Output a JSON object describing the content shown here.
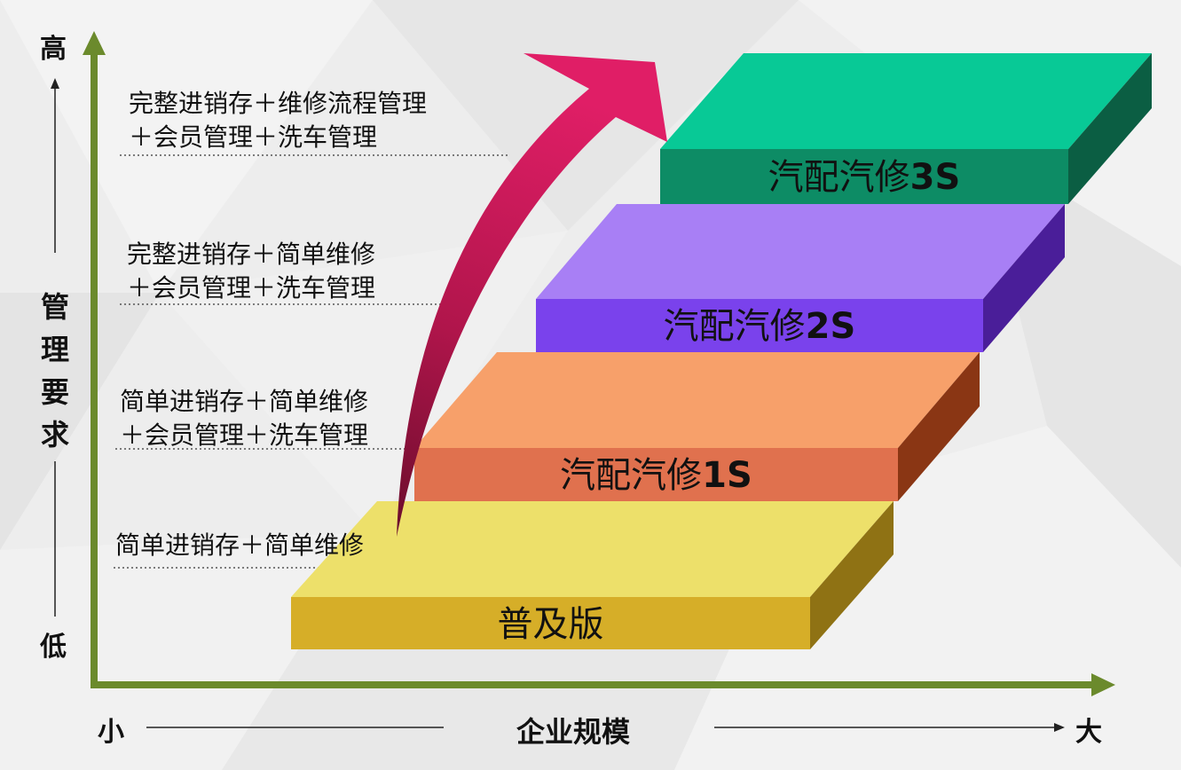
{
  "y_axis": {
    "title": "管理要求",
    "high_label": "高",
    "low_label": "低",
    "color": "#6b8a2c"
  },
  "x_axis": {
    "title": "企业规模",
    "small_label": "小",
    "large_label": "大",
    "color": "#6b8a2c"
  },
  "steps": [
    {
      "name": "普及版",
      "tier": "",
      "front_color": "#d6ae28",
      "top_color": "#ede06a",
      "side_color": "#8f7214"
    },
    {
      "name": "汽配汽修",
      "tier": "1S",
      "front_color": "#e0714e",
      "top_color": "#f7a06a",
      "side_color": "#8a3614"
    },
    {
      "name": "汽配汽修",
      "tier": "2S",
      "front_color": "#7a42ec",
      "top_color": "#a87ff5",
      "side_color": "#4a1e99"
    },
    {
      "name": "汽配汽修",
      "tier": "3S",
      "front_color": "#0d8c65",
      "top_color": "#08c996",
      "side_color": "#0b5e43"
    }
  ],
  "descriptions": [
    {
      "lines": [
        "简单进销存＋简单维修"
      ]
    },
    {
      "lines": [
        "简单进销存＋简单维修",
        "＋会员管理＋洗车管理"
      ]
    },
    {
      "lines": [
        "完整进销存＋简单维修",
        "＋会员管理＋洗车管理"
      ]
    },
    {
      "lines": [
        "完整进销存＋维修流程管理",
        "＋会员管理＋洗车管理"
      ]
    }
  ],
  "arrow_color": "#d1185a"
}
